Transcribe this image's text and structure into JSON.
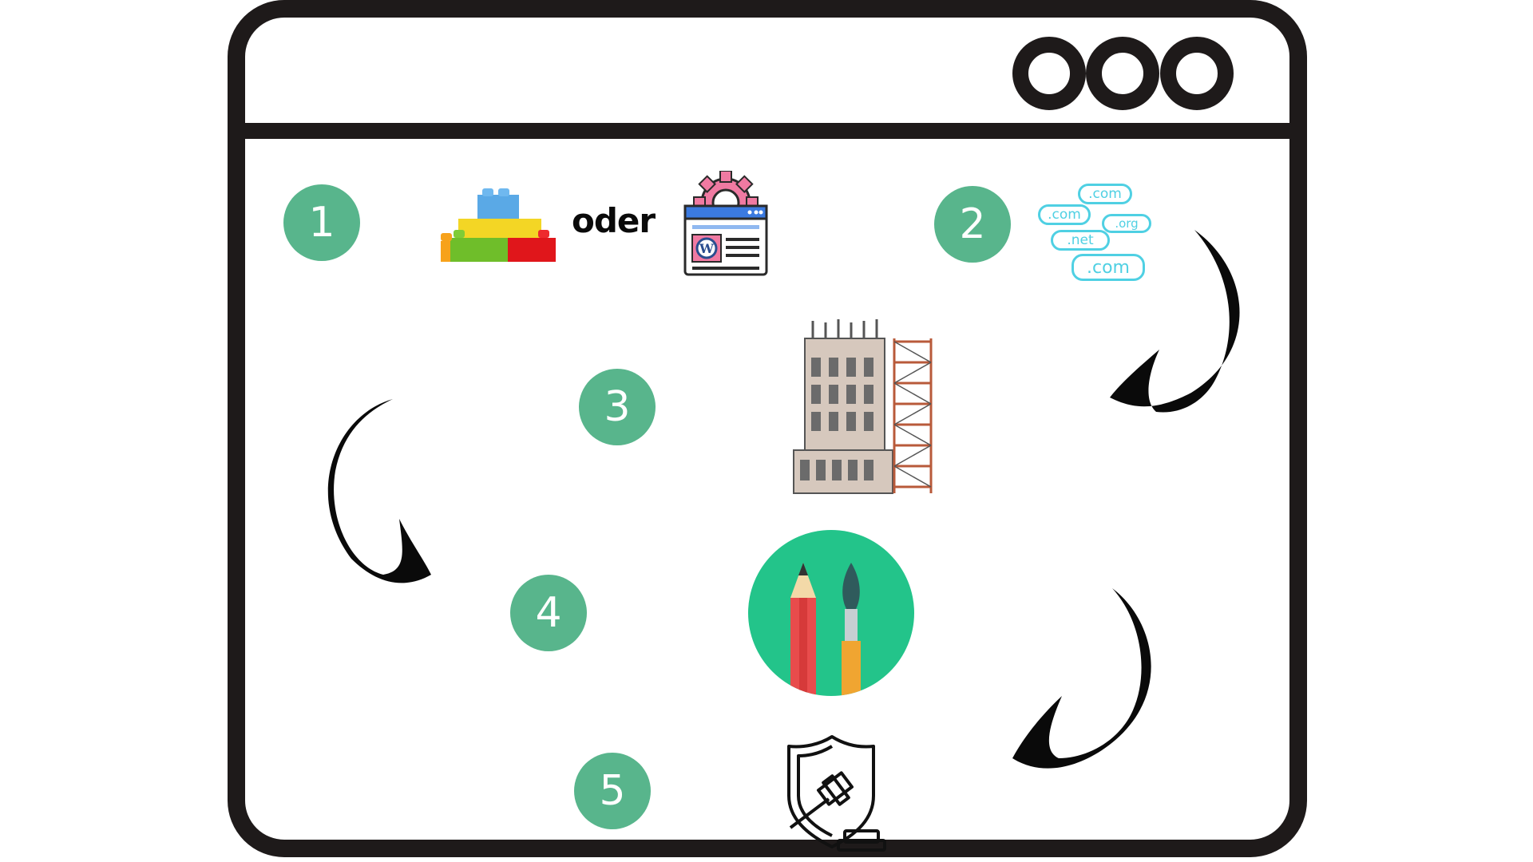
{
  "steps": [
    {
      "number": "1",
      "label": ""
    },
    {
      "number": "2",
      "label": ""
    },
    {
      "number": "3",
      "label": ""
    },
    {
      "number": "4",
      "label": ""
    },
    {
      "number": "5",
      "label": ""
    }
  ],
  "connector_text": "oder",
  "domains": [
    ".com",
    ".com",
    ".org",
    ".net",
    ".com"
  ],
  "colors": {
    "frame": "#1e1a1a",
    "badge": "#58b58c",
    "arrow": "#0a0a0a",
    "design_circle": "#23c48a",
    "domain_text": "#4fd0e3"
  },
  "icons": {
    "window_controls": "three-circle-icon",
    "step1_option_a": "building-blocks-icon",
    "step1_option_b": "wordpress-settings-icon",
    "step2": "domain-names-icon",
    "step3": "building-under-construction-icon",
    "step4": "pencil-brush-icon",
    "step5": "legal-shield-gavel-icon"
  }
}
